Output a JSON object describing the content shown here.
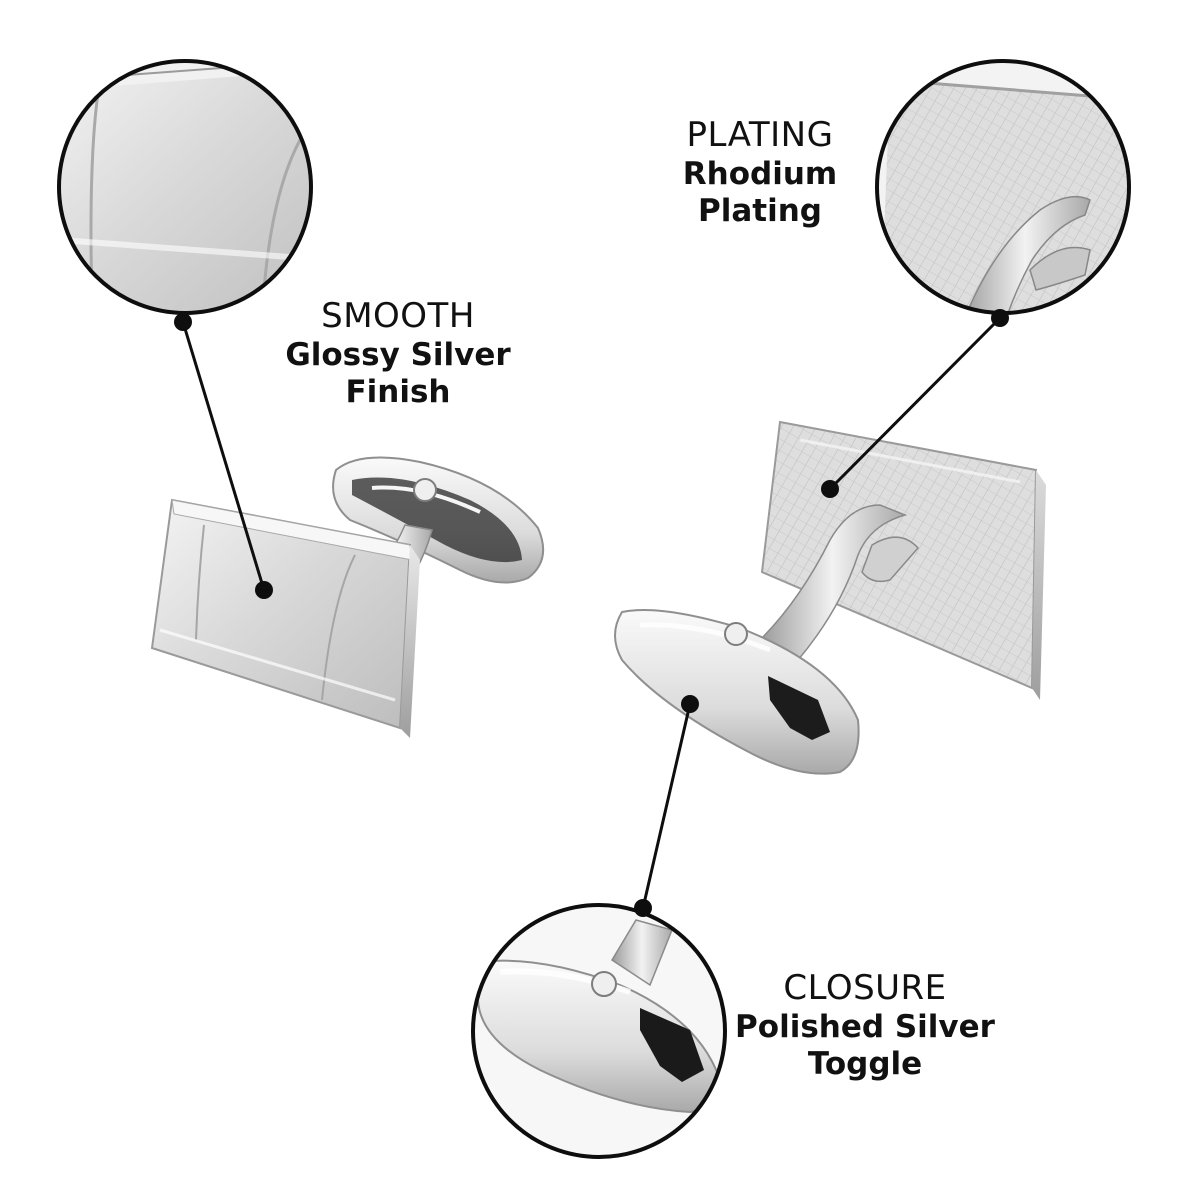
{
  "colors": {
    "background": "#ffffff",
    "ink": "#111111",
    "metal_light": "#eeeeee",
    "metal_mid": "#c9c9c9",
    "metal_dark": "#8a8a8a",
    "shadow": "#1a1a1a"
  },
  "callouts": [
    {
      "id": "smooth",
      "kicker": "SMOOTH",
      "detail": "Glossy Silver\nFinish"
    },
    {
      "id": "plating",
      "kicker": "PLATING",
      "detail": "Rhodium\nPlating"
    },
    {
      "id": "closure",
      "kicker": "CLOSURE",
      "detail": "Polished Silver\nToggle"
    }
  ]
}
